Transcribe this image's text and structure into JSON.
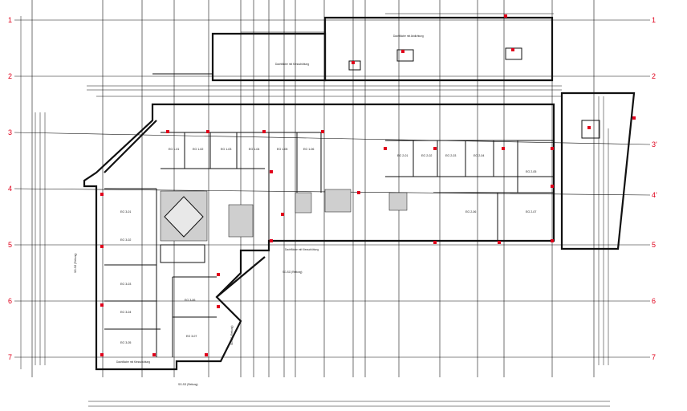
{
  "plan": {
    "grid_rows": [
      "1",
      "2",
      "3",
      "4",
      "5",
      "6",
      "7"
    ],
    "grid_rows_right": [
      "1",
      "2",
      "3'",
      "4'",
      "5",
      "6",
      "7"
    ],
    "accent_color": "#e0001b",
    "roof_notes": [
      "Dachfläche mit Kiesschüttung",
      "Dachfläche mit Abdichtung",
      "Dachfläche mit Kiesschüttung",
      "Dachfläche mit Kiesschüttung"
    ],
    "section_labels": [
      "SG-SG (Rettung)",
      "SG-SG (Rettung)",
      "SG-SG (Rettung)",
      "SG-SG (Rettung)"
    ]
  }
}
